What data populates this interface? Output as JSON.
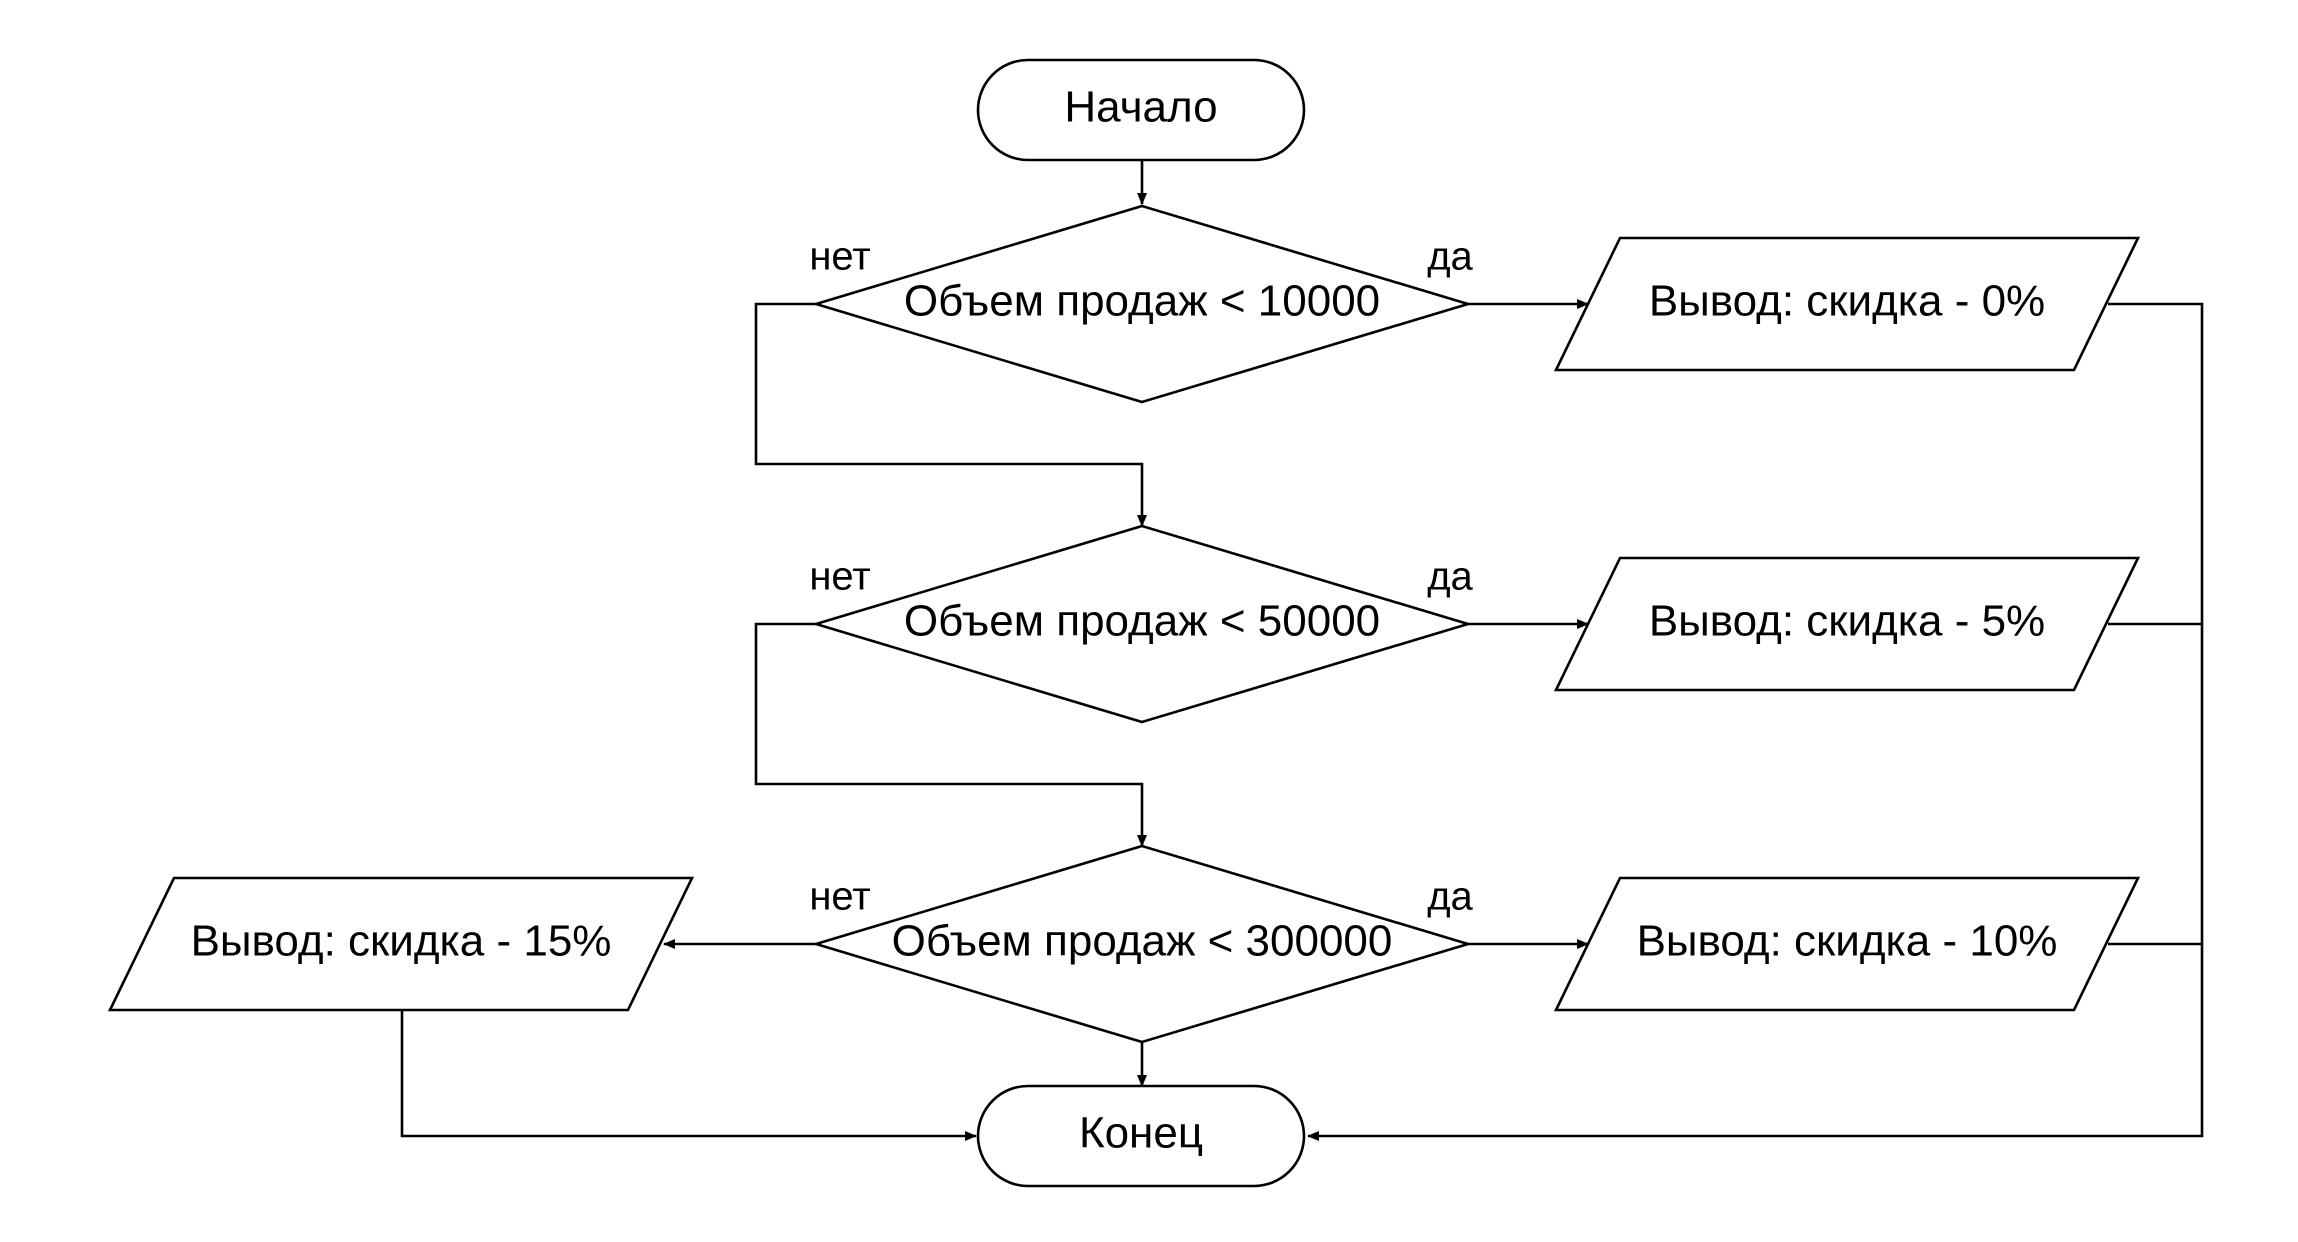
{
  "nodes": {
    "start": {
      "label": "Начало"
    },
    "cond1": {
      "label": "Объем продаж < 10000"
    },
    "cond2": {
      "label": "Объем продаж < 50000"
    },
    "cond3": {
      "label": "Объем продаж < 300000"
    },
    "out0": {
      "label": "Вывод: скидка - 0%"
    },
    "out5": {
      "label": "Вывод: скидка - 5%"
    },
    "out10": {
      "label": "Вывод: скидка - 10%"
    },
    "out15": {
      "label": "Вывод: скидка - 15%"
    },
    "end": {
      "label": "Конец"
    }
  },
  "branches": {
    "cond1": {
      "no": "нет",
      "yes": "да"
    },
    "cond2": {
      "no": "нет",
      "yes": "да"
    },
    "cond3": {
      "no": "нет",
      "yes": "да"
    }
  }
}
